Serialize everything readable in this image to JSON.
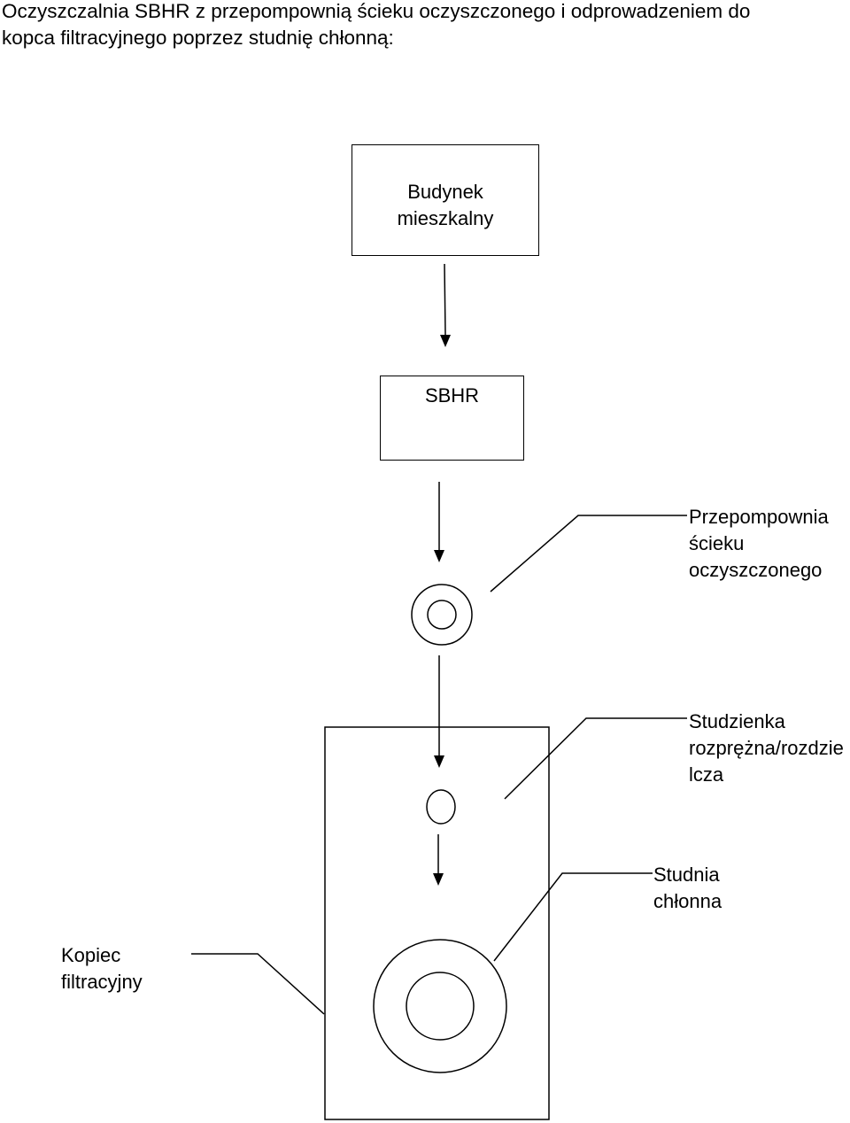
{
  "title": {
    "line1": "Oczyszczalnia SBHR z przepompownią ścieku oczyszczonego i odprowadzeniem do",
    "line2": "kopca filtracyjnego poprzez studnię chłonną:"
  },
  "nodes": {
    "building": {
      "line1": "Budynek",
      "line2": "mieszkalny"
    },
    "sbhr": {
      "label": "SBHR"
    }
  },
  "callouts": {
    "pump_station": {
      "line1": "Przepompownia",
      "line2": "ścieku",
      "line3": "oczyszczonego"
    },
    "distribution_well": {
      "line1": "Studzienka",
      "line2": "rozprężna/rozdzie",
      "line3": "lcza"
    },
    "soakaway_well": {
      "line1": "Studnia",
      "line2": "chłonna"
    },
    "filter_mound": {
      "line1": "Kopiec",
      "line2": "filtracyjny"
    }
  }
}
